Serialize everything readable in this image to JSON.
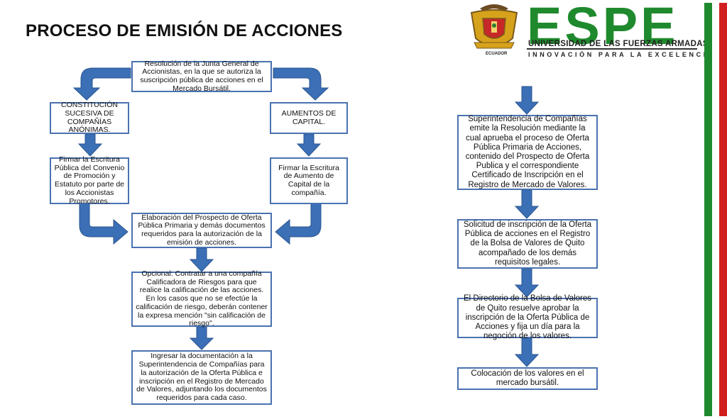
{
  "title": "PROCESO DE EMISIÓN DE ACCIONES",
  "logo": {
    "name": "ESPE",
    "university": "UNIVERSIDAD DE LAS FUERZAS ARMADAS",
    "slogan": "INNOVACIÓN  PARA  LA  EXCELENCIA",
    "shield_label": "ECUADOR"
  },
  "colors": {
    "green": "#1f8a2d",
    "red": "#d11f1f",
    "box_border": "#4a72b0",
    "arrow": "#3b6fb6"
  },
  "left_flow": {
    "resolution": "Resolución de la Junta General de Accionistas, en la que se autoriza la suscripción pública de acciones en el Mercado Bursátil.",
    "constitucion": "CONSTITUCIÓN SUCESIVA DE COMPAÑÍAS ANÓNIMAS.",
    "aumentos": "AUMENTOS DE CAPITAL.",
    "firmar_convenio": "Firmar la Escritura Pública del Convenio de Promoción y Estatuto por parte de los Accionistas Promotores.",
    "firmar_aumento": "Firmar la Escritura de Aumento de Capital de la compañía.",
    "elaboracion": "Elaboración del Prospecto de Oferta Pública Primaria y demás documentos requeridos para la autorización de la emisión de acciones.",
    "opcional": "Opcional: Contratar a una compañía Calificadora de Riesgos para que realice la calificación de las acciones. En los casos que no se efectúe la calificación de riesgo, deberán contener la expresa mención \"sin calificación de riesgo\".",
    "ingresar": "Ingresar la documentación a la Superintendencia de Compañías para la autorización de la Oferta Pública e inscripción en el Registro de Mercado de Valores, adjuntando los documentos requeridos para cada caso."
  },
  "right_flow": {
    "superintendencia": "Superintendencia de Compañías emite la Resolución mediante la cual aprueba el proceso de Oferta Pública Primaria de Acciones, contenido del Prospecto de Oferta Publica y el correspondiente Certificado de Inscripción en el Registro de Mercado de Valores.",
    "solicitud": "Solicitud de inscripción de la Oferta Pública de acciones en el Registro de la Bolsa de Valores de Quito acompañado de los demás requisitos legales.",
    "directorio": "El Directorio de la Bolsa de Valores de Quito resuelve aprobar la inscripción de la Oferta Pública de Acciones y fija un día para la negoción de los valores.",
    "colocacion": "Colocación de los valores en el mercado bursátil."
  }
}
